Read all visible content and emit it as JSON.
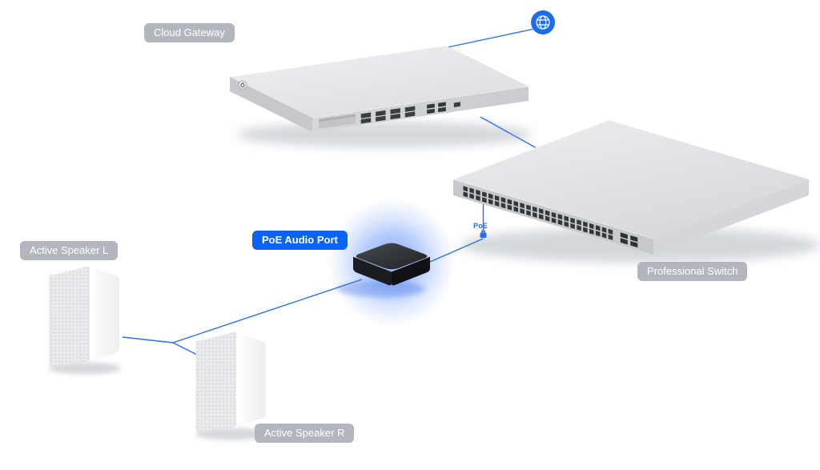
{
  "labels": {
    "cloud_gateway": "Cloud Gateway",
    "professional_switch": "Professional Switch",
    "active_speaker_l": "Active Speaker L",
    "active_speaker_r": "Active Speaker R",
    "poe_audio_port": "PoE Audio Port",
    "poe_link": "PoE"
  },
  "devices": {
    "cloud_gateway": {
      "label": "Cloud Gateway",
      "rj45_ports": 8,
      "sfp_ports": 4,
      "console_ports": 1
    },
    "professional_switch": {
      "label": "Professional Switch",
      "rj45_ports": 48,
      "sfp_ports": 4
    },
    "poe_audio_device": {
      "label": "PoE Audio Port"
    },
    "speakers": [
      {
        "label": "Active Speaker L"
      },
      {
        "label": "Active Speaker R"
      }
    ],
    "internet": {
      "icon": "globe-icon"
    }
  },
  "connections": [
    {
      "from": "internet",
      "to": "cloud_gateway"
    },
    {
      "from": "cloud_gateway",
      "to": "professional_switch"
    },
    {
      "from": "professional_switch",
      "to": "poe_audio_device",
      "port_label": "PoE"
    },
    {
      "from": "poe_audio_device",
      "to": "active_speaker_l"
    },
    {
      "from": "poe_audio_device",
      "to": "active_speaker_r"
    }
  ],
  "colors": {
    "accent_blue": "#0b63f6",
    "wire_blue": "#2c6df5",
    "badge_gray": "#b3b6bc",
    "glow_blue": "#2a6af5"
  }
}
